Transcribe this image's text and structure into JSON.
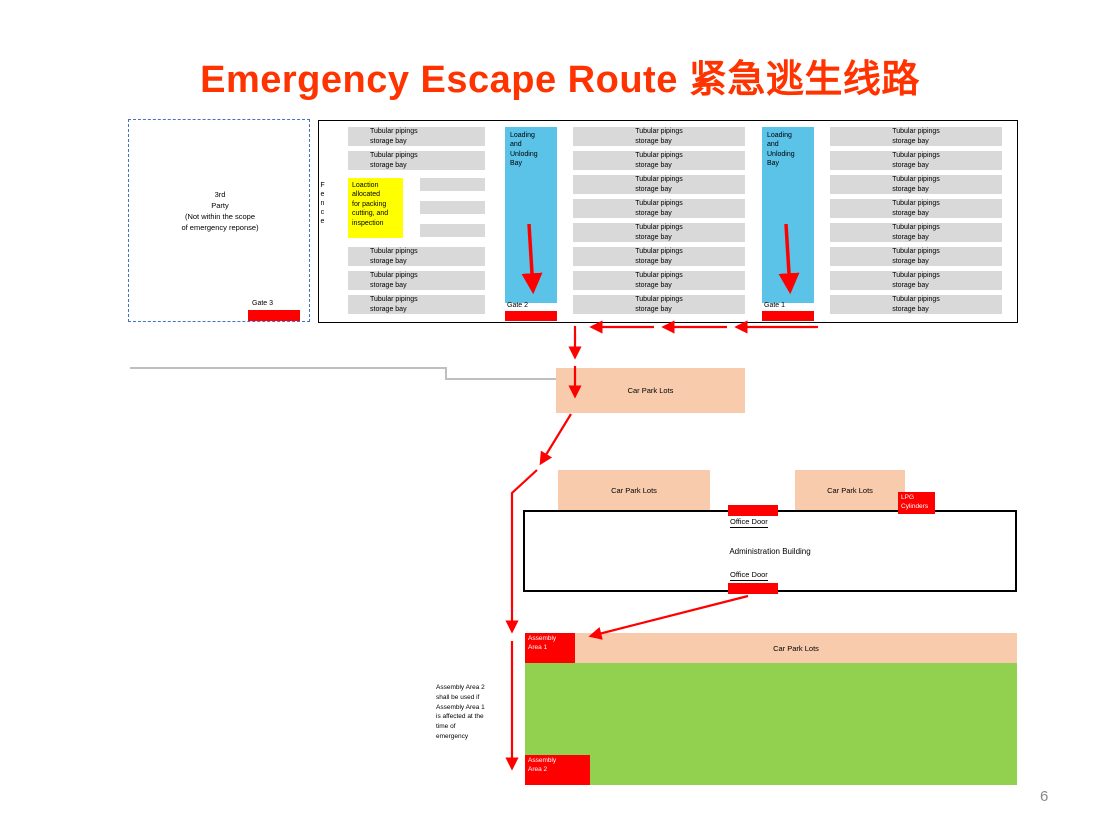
{
  "slide": {
    "title": "Emergency Escape Route 紧急逃生线路",
    "page_number": "6"
  },
  "colors": {
    "title_red": "#FF3300",
    "arrow_red": "#FF0000",
    "storage_bay_gray": "#D9D9D9",
    "loading_bay_blue": "#5BC2E8",
    "packing_area_yellow": "#FFFF00",
    "car_park_peach": "#F8CBAD",
    "assembly_green": "#92D050"
  },
  "yard": {
    "third_party_label": "3rd\nParty\n(Not within the scope\nof emergency reponse)",
    "fence_label": "Fence",
    "gate3_label": "Gate 3",
    "gate2_label": "Gate 2",
    "gate1_label": "Gate 1",
    "storage_bay_label": "Tubular pipings\nstorage bay",
    "packing_area_label": "Loaction\nallocated\nfor packing\ncutting, and\ninspection",
    "loading_bay_label": "Loading\nand\nUnloding\nBay"
  },
  "site": {
    "car_park_label": "Car Park Lots",
    "admin_building_label": "Administration Building",
    "office_door_label": "Office Door",
    "lpg_label": "LPG\nCylinders",
    "assembly1_label": "Assembly\nArea 1",
    "assembly2_label": "Assembly\nArea 2",
    "note": "Assembly Area 2\nshall be used if\nAssembly Area 1\nis affected at the\ntime of\nemergency"
  }
}
